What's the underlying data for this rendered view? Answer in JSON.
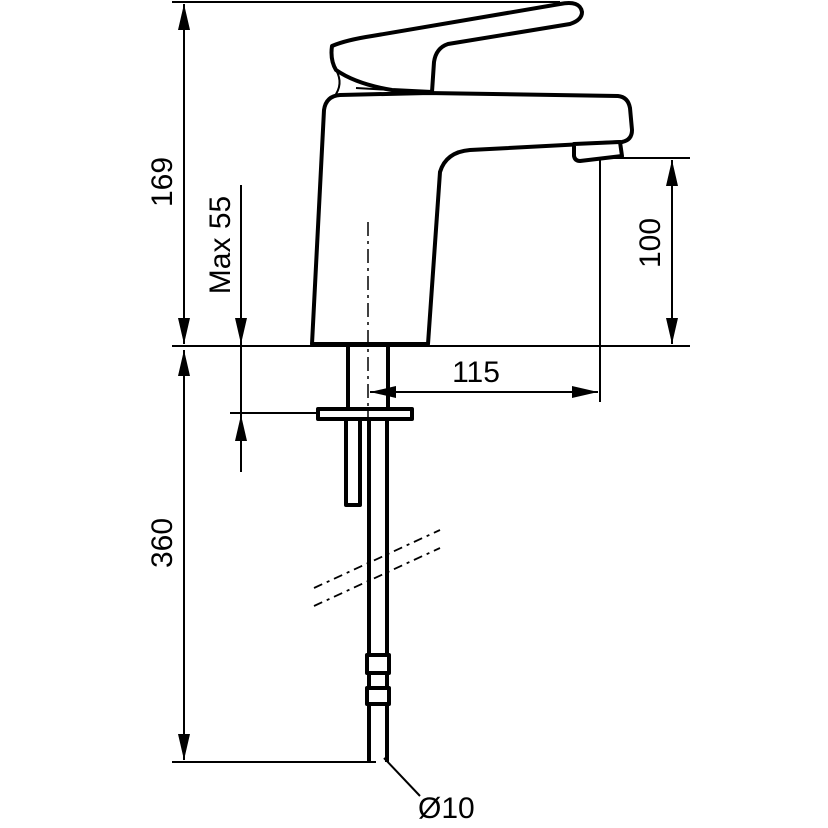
{
  "dimensions": {
    "total_height": "169",
    "max_thickness": "Max 55",
    "spout_height": "100",
    "spout_reach": "115",
    "hose_length": "360",
    "hose_diameter": "Ø10"
  }
}
